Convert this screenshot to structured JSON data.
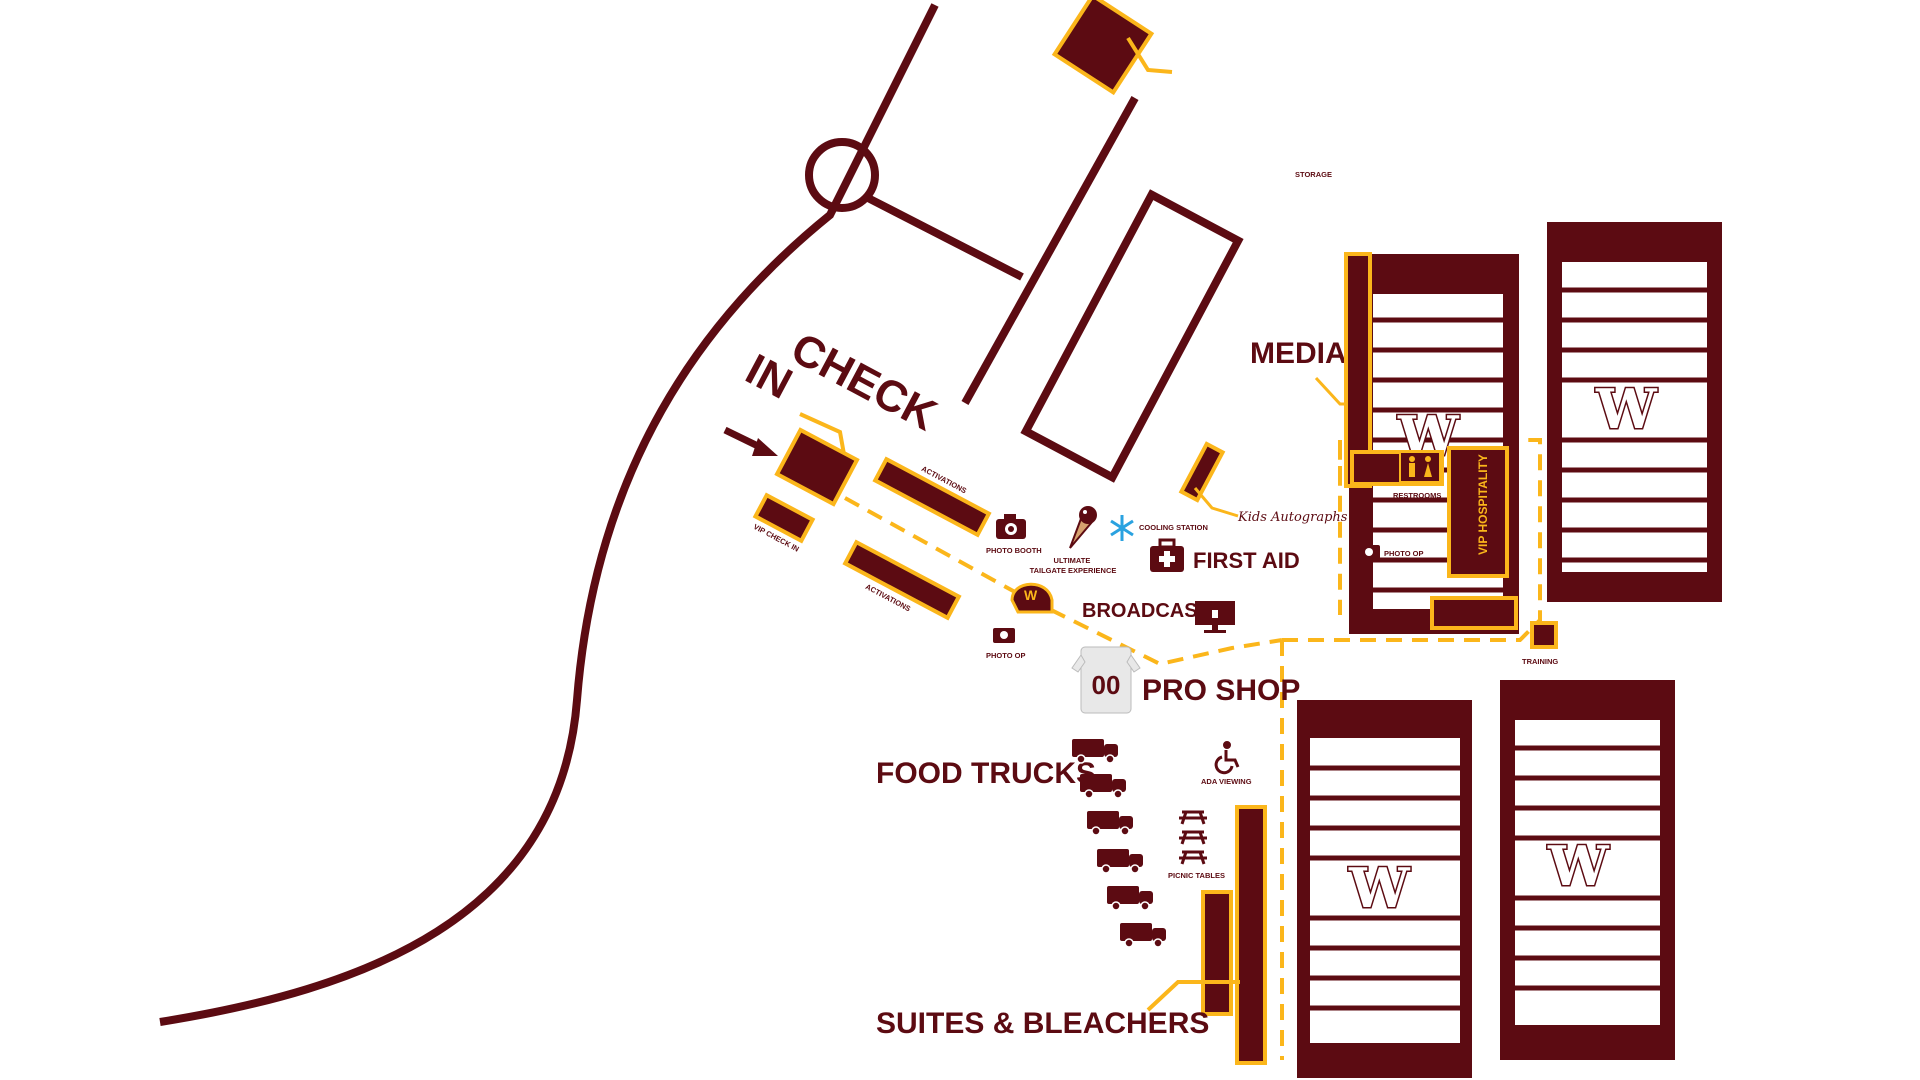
{
  "colors": {
    "burgundy": "#5c0b12",
    "gold": "#fbb61b",
    "white": "#ffffff",
    "ice_blue": "#2aa2e0"
  },
  "labels": {
    "check_in": [
      "CHECK",
      "IN"
    ],
    "vip_check_in": "VIP CHECK IN",
    "activations_1": "ACTIVATIONS",
    "activations_2": "ACTIVATIONS",
    "photo_booth": "PHOTO BOOTH",
    "ultimate_tailgate": [
      "ULTIMATE",
      "TAILGATE EXPERIENCE"
    ],
    "cooling_station": "COOLING STATION",
    "kids_autographs": "Kids Autographs",
    "first_aid": "FIRST AID",
    "broadcast": "BROADCAST",
    "photo_op_1": "PHOTO OP",
    "photo_op_2": "PHOTO OP",
    "pro_shop": "PRO SHOP",
    "jersey_number": "00",
    "media": "MEDIA",
    "restrooms": "RESTROOMS",
    "vip_hospitality": "VIP HOSPITALITY",
    "storage": "STORAGE",
    "training": "TRAINING",
    "food_trucks": "FOOD TRUCKS",
    "ada_viewing": "ADA VIEWING",
    "picnic_tables": "PICNIC TABLES",
    "suites_bleachers": "SUITES & BLEACHERS",
    "field_logo": "W",
    "restroom_glyph": "🚹🚺"
  },
  "icons": {
    "camera": "camera-icon",
    "ice_cream": "ice-cream-icon",
    "snowflake": "snowflake-icon",
    "first_aid_kit": "first-aid-kit-icon",
    "monitor": "monitor-icon",
    "helmet": "helmet-icon",
    "jersey": "jersey-icon",
    "food_truck": "food-truck-icon",
    "wheelchair": "wheelchair-icon",
    "picnic_table": "picnic-table-icon",
    "restroom": "restroom-icon",
    "arrow": "arrow-icon"
  }
}
